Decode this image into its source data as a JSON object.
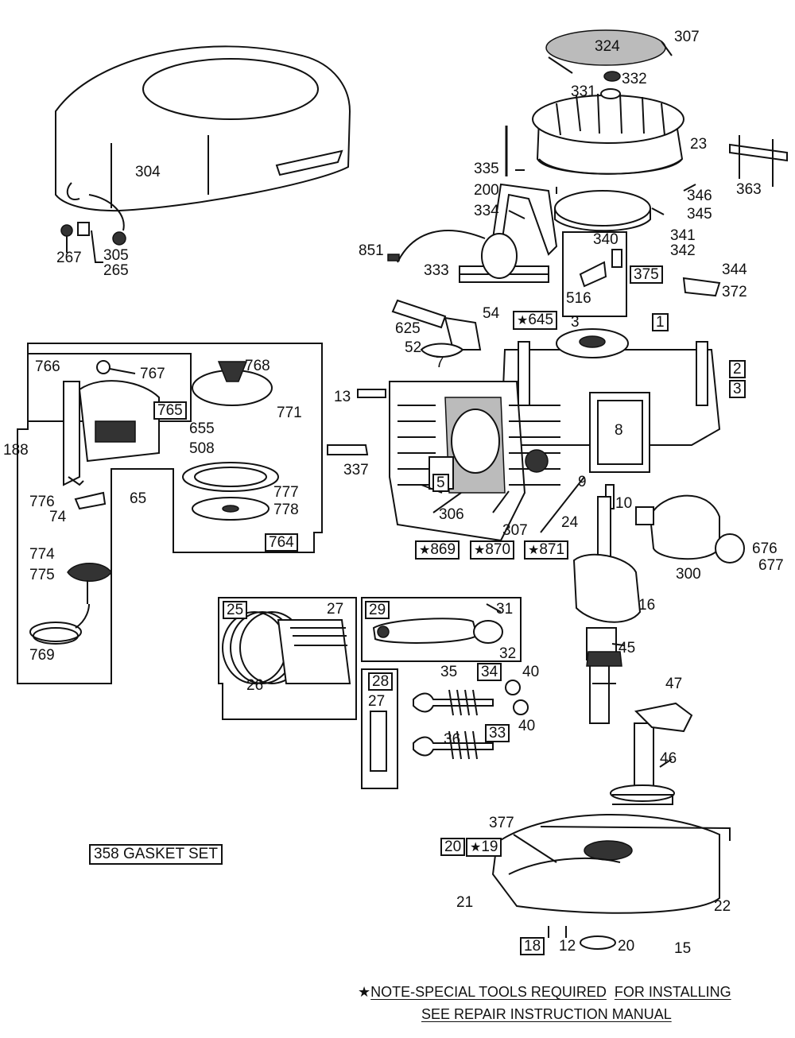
{
  "diagram": {
    "labels": [
      {
        "id": "p307a",
        "text": "307"
      },
      {
        "id": "p324",
        "text": "324"
      },
      {
        "id": "p332",
        "text": "332"
      },
      {
        "id": "p331",
        "text": "331"
      },
      {
        "id": "p23",
        "text": "23"
      },
      {
        "id": "p304",
        "text": "304"
      },
      {
        "id": "p335",
        "text": "335"
      },
      {
        "id": "p200",
        "text": "200"
      },
      {
        "id": "p334",
        "text": "334"
      },
      {
        "id": "p346",
        "text": "346"
      },
      {
        "id": "p345",
        "text": "345"
      },
      {
        "id": "p363",
        "text": "363"
      },
      {
        "id": "p340",
        "text": "340"
      },
      {
        "id": "p341",
        "text": "341"
      },
      {
        "id": "p342",
        "text": "342"
      },
      {
        "id": "p851",
        "text": "851"
      },
      {
        "id": "p333",
        "text": "333"
      },
      {
        "id": "p375",
        "text": "375"
      },
      {
        "id": "p344",
        "text": "344"
      },
      {
        "id": "p372",
        "text": "372"
      },
      {
        "id": "p516",
        "text": "516"
      },
      {
        "id": "p267",
        "text": "267"
      },
      {
        "id": "p305",
        "text": "305"
      },
      {
        "id": "p265",
        "text": "265"
      },
      {
        "id": "p54",
        "text": "54"
      },
      {
        "id": "p645",
        "text": "645"
      },
      {
        "id": "p3a",
        "text": "3"
      },
      {
        "id": "p1",
        "text": "1"
      },
      {
        "id": "p625",
        "text": "625"
      },
      {
        "id": "p52",
        "text": "52"
      },
      {
        "id": "p7",
        "text": "7"
      },
      {
        "id": "p2",
        "text": "2"
      },
      {
        "id": "p3b",
        "text": "3"
      },
      {
        "id": "p766",
        "text": "766"
      },
      {
        "id": "p767",
        "text": "767"
      },
      {
        "id": "p768",
        "text": "768"
      },
      {
        "id": "p765",
        "text": "765"
      },
      {
        "id": "p771",
        "text": "771"
      },
      {
        "id": "p13",
        "text": "13"
      },
      {
        "id": "p655",
        "text": "655"
      },
      {
        "id": "p508",
        "text": "508"
      },
      {
        "id": "p8",
        "text": "8"
      },
      {
        "id": "p188",
        "text": "188"
      },
      {
        "id": "p337",
        "text": "337"
      },
      {
        "id": "p5",
        "text": "5"
      },
      {
        "id": "p9",
        "text": "9"
      },
      {
        "id": "p65",
        "text": "65"
      },
      {
        "id": "p776",
        "text": "776"
      },
      {
        "id": "p74",
        "text": "74"
      },
      {
        "id": "p777",
        "text": "777"
      },
      {
        "id": "p778",
        "text": "778"
      },
      {
        "id": "p10",
        "text": "10"
      },
      {
        "id": "p306",
        "text": "306"
      },
      {
        "id": "p307b",
        "text": "307"
      },
      {
        "id": "p24",
        "text": "24"
      },
      {
        "id": "p764",
        "text": "764"
      },
      {
        "id": "p869",
        "text": "869"
      },
      {
        "id": "p870",
        "text": "870"
      },
      {
        "id": "p871",
        "text": "871"
      },
      {
        "id": "p676",
        "text": "676"
      },
      {
        "id": "p677",
        "text": "677"
      },
      {
        "id": "p774",
        "text": "774"
      },
      {
        "id": "p775",
        "text": "775"
      },
      {
        "id": "p300",
        "text": "300"
      },
      {
        "id": "p25",
        "text": "25"
      },
      {
        "id": "p27a",
        "text": "27"
      },
      {
        "id": "p29",
        "text": "29"
      },
      {
        "id": "p31",
        "text": "31"
      },
      {
        "id": "p16",
        "text": "16"
      },
      {
        "id": "p32",
        "text": "32"
      },
      {
        "id": "p45",
        "text": "45"
      },
      {
        "id": "p769",
        "text": "769"
      },
      {
        "id": "p26",
        "text": "26"
      },
      {
        "id": "p28",
        "text": "28"
      },
      {
        "id": "p35",
        "text": "35"
      },
      {
        "id": "p34",
        "text": "34"
      },
      {
        "id": "p40a",
        "text": "40"
      },
      {
        "id": "p47",
        "text": "47"
      },
      {
        "id": "p27b",
        "text": "27"
      },
      {
        "id": "p40b",
        "text": "40"
      },
      {
        "id": "p36",
        "text": "36"
      },
      {
        "id": "p33",
        "text": "33"
      },
      {
        "id": "p46",
        "text": "46"
      },
      {
        "id": "p377",
        "text": "377"
      },
      {
        "id": "p20a",
        "text": "20"
      },
      {
        "id": "p19",
        "text": "19"
      },
      {
        "id": "p21",
        "text": "21"
      },
      {
        "id": "p22",
        "text": "22"
      },
      {
        "id": "p18",
        "text": "18"
      },
      {
        "id": "p12",
        "text": "12"
      },
      {
        "id": "p20b",
        "text": "20"
      },
      {
        "id": "p15",
        "text": "15"
      }
    ],
    "gasket_set": "358 GASKET SET",
    "note_line1_prefix": "★",
    "note_line1_a": "NOTE-SPECIAL TOOLS REQUIRED",
    "note_line1_b": "FOR INSTALLING",
    "note_line2": "SEE REPAIR INSTRUCTION MANUAL"
  }
}
